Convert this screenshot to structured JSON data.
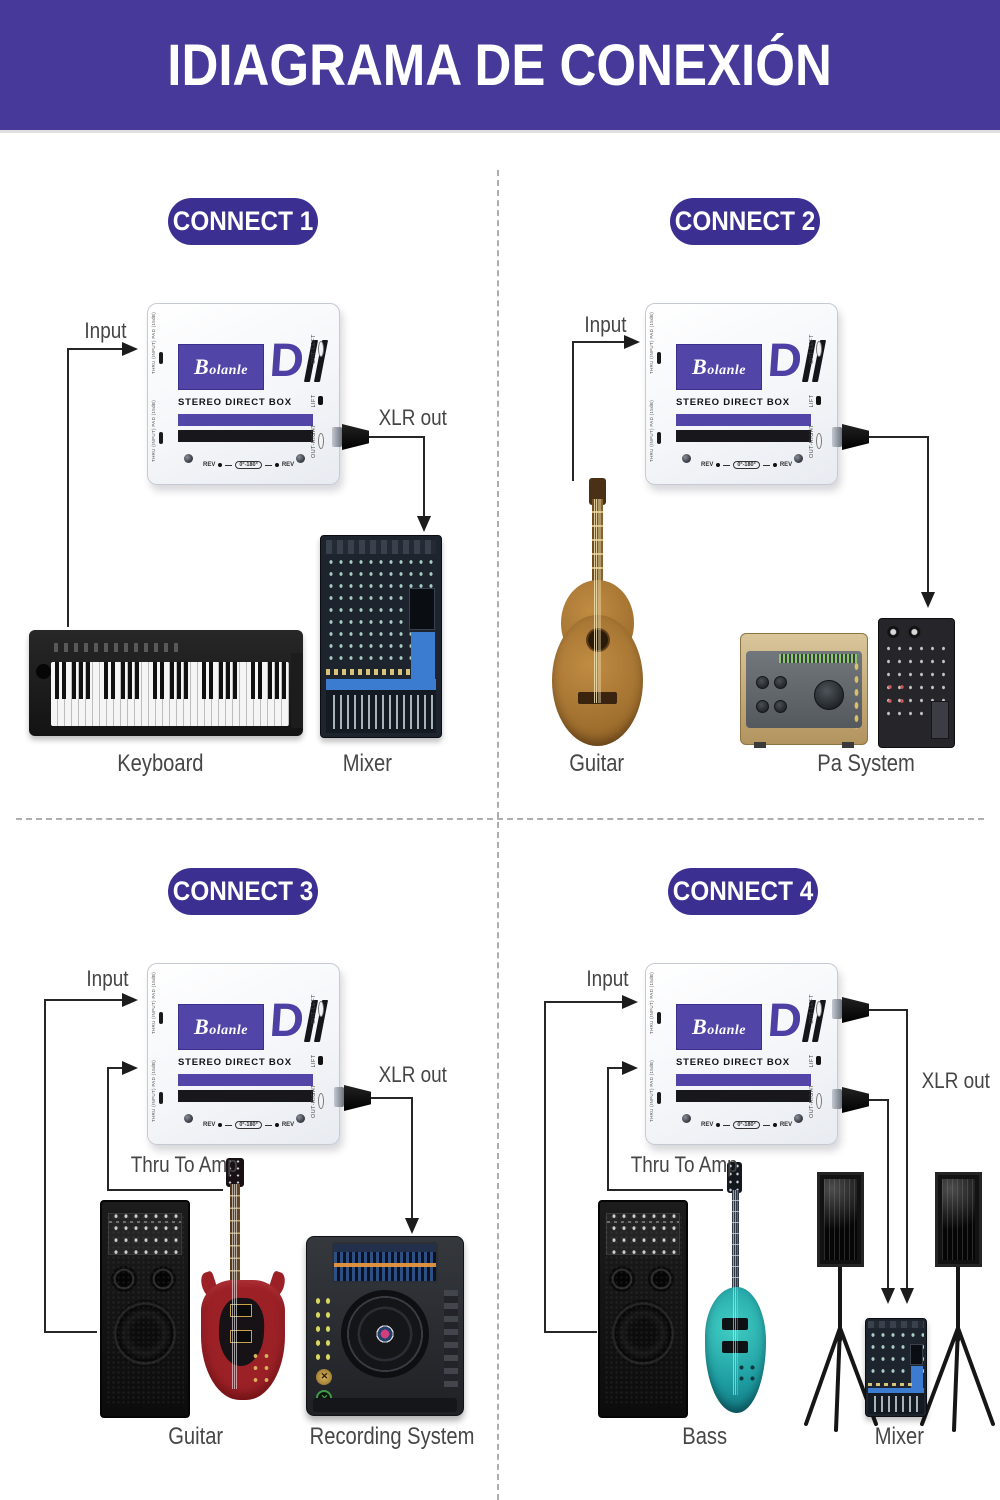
{
  "title": "IDIAGRAMA DE CONEXIÓN",
  "di_box": {
    "brand": "Bolanle",
    "model_letter": "D",
    "subtitle": "STEREO DIRECT BOX",
    "port_out_left": "OUT-LEFT",
    "port_lift": "LIFT",
    "port_out_right": "OUT-RIGHT",
    "side_label_top": "THRU (INPUT) PAD (15dB)",
    "side_label_bottom": "THRU (INPUT) PAD (15dB)",
    "rev_left": "REV",
    "rev_right": "REV",
    "phase_range": "0°-180°"
  },
  "connect1": {
    "badge": "CONNECT 1",
    "input": "Input",
    "xlr": "XLR out",
    "device_left": "Keyboard",
    "device_right": "Mixer"
  },
  "connect2": {
    "badge": "CONNECT 2",
    "input": "Input",
    "device_left": "Guitar",
    "device_right": "Pa System"
  },
  "connect3": {
    "badge": "CONNECT 3",
    "input": "Input",
    "thru": "Thru To Amp",
    "xlr": "XLR out",
    "device_left": "Guitar",
    "device_right": "Recording System"
  },
  "connect4": {
    "badge": "CONNECT 4",
    "input": "Input",
    "thru": "Thru To Amp",
    "xlr": "XLR out",
    "device_left": "Bass",
    "device_right": "Mixer"
  },
  "colors": {
    "banner": "#46399a",
    "badge": "#3b2f92",
    "di_purple": "#5145a8",
    "label_gray": "#464646",
    "line": "#262626"
  }
}
